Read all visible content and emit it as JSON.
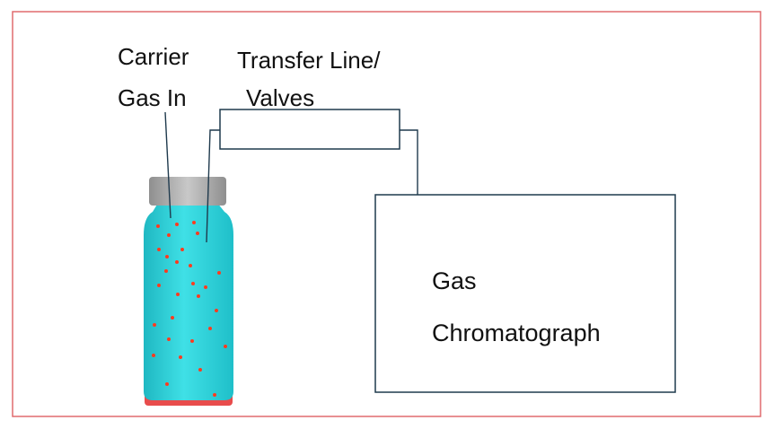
{
  "colors": {
    "border": "#e06b6f",
    "outline": "#1f3a4d",
    "vial": "#25c8d3",
    "vial_highlight": "#7ff0f3",
    "cap": "#a6a6a6",
    "vial_base": "#e84c4c",
    "dots": "#ff3b1f"
  },
  "labels": {
    "carrier_line1": "Carrier",
    "carrier_line2": "Gas In",
    "transfer_line1": "Transfer Line/",
    "transfer_line2": "Valves",
    "gc_line1": "Gas",
    "gc_line2": "Chromatograph"
  }
}
